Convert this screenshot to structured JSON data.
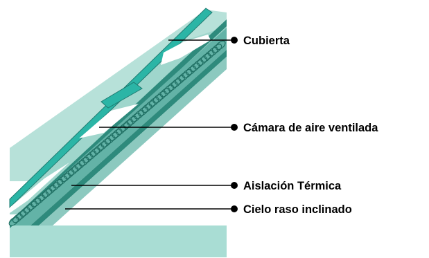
{
  "labels": {
    "roof": "Cubierta",
    "chamber": "Cámara de aire ventilada",
    "insulation": "Aislación Térmica",
    "ceiling": "Cielo raso inclinado"
  },
  "colors": {
    "roof_teal": "#2bb5a6",
    "dark_teal": "#2e8a7c",
    "mid_teal": "#63b3a7",
    "light_teal": "#9fd6cc",
    "pale_teal": "#a9ddd4",
    "leader": "#000000"
  }
}
